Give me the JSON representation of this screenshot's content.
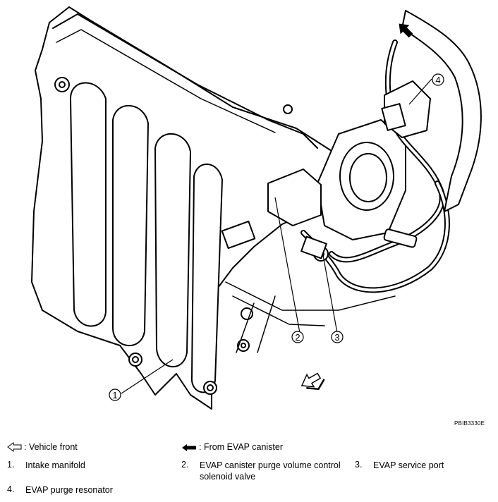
{
  "figure": {
    "reference_code": "PBIB3330E",
    "callouts": [
      "1",
      "2",
      "3",
      "4"
    ],
    "icons": [
      "vehicle-front-arrow-icon",
      "from-evap-canister-arrow-icon"
    ]
  },
  "legend": {
    "vehicle_front": ": Vehicle front",
    "from_evap_canister": ": From EVAP canister",
    "items": [
      {
        "number": "1.",
        "text": "Intake manifold"
      },
      {
        "number": "2.",
        "text_line1": "EVAP canister purge volume control",
        "text_line2": "solenoid valve"
      },
      {
        "number": "3.",
        "text": "EVAP service port"
      },
      {
        "number": "4.",
        "text": "EVAP purge resonator"
      }
    ]
  }
}
